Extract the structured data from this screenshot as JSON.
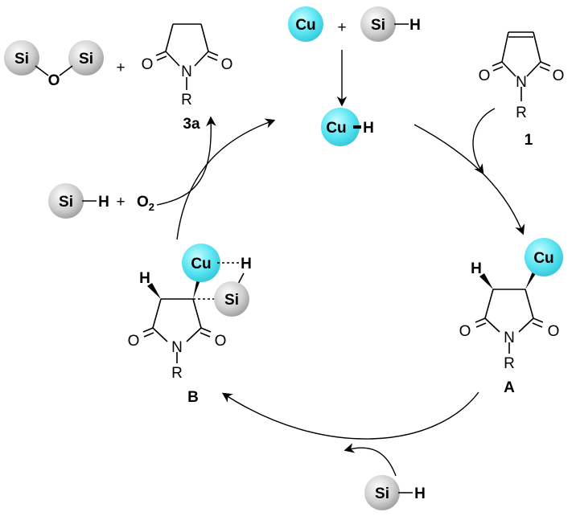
{
  "atoms": {
    "si": "Si",
    "h": "H",
    "cu": "Cu",
    "o": "O",
    "o2_base": "O",
    "o2_sub": "2",
    "n": "N",
    "r": "R",
    "plus": "+"
  },
  "labels": {
    "maleimide": "1",
    "product": "3a",
    "intermediate_a": "A",
    "intermediate_b": "B"
  },
  "colors": {
    "cu_ball": "#5de6f2",
    "si_ball": "#c9c9c9",
    "cu_text": "#d40000",
    "h_text": "#0000cc",
    "oxygen": "#ff00ff",
    "black": "#000000"
  }
}
